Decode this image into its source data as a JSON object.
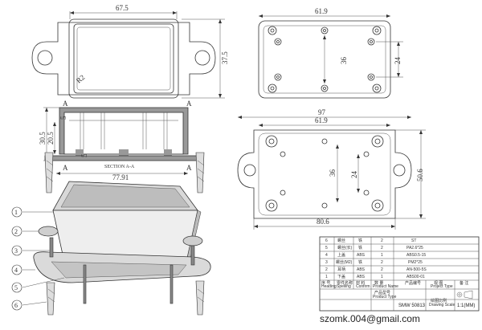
{
  "top_view": {
    "width_dim": "67.5",
    "height_dim": "37.5",
    "radius": "R2"
  },
  "bottom_top_view": {
    "width_dim": "61.9",
    "height_outer": "36",
    "height_inner": "24"
  },
  "section_view": {
    "label": "SECTION A-A",
    "width_dim": "77.91",
    "height_total": "30.5",
    "height_body": "20.5",
    "lip_dim": "5",
    "foot_dim": "5",
    "mark_a_top": "A",
    "mark_a_bottom": "A"
  },
  "bottom_view": {
    "overall_width": "97",
    "inner_width": "61.9",
    "base_width": "80.6",
    "height_outer": "50.6",
    "height_mid": "36",
    "height_inner": "24"
  },
  "callouts": [
    "1",
    "2",
    "3",
    "4",
    "5",
    "6"
  ],
  "bom": {
    "rows": [
      {
        "no": "6",
        "name": "螺丝",
        "material": "铁",
        "qty": "2",
        "note": "ST"
      },
      {
        "no": "5",
        "name": "螺丝(长)",
        "material": "铁",
        "qty": "2",
        "note": "PA2.6*25"
      },
      {
        "no": "4",
        "name": "上盖",
        "material": "ABS",
        "qty": "1",
        "note": "ABS0.5-15"
      },
      {
        "no": "3",
        "name": "螺丝(M2)",
        "material": "铁",
        "qty": "2",
        "note": "PM2*25"
      },
      {
        "no": "2",
        "name": "耳柄",
        "material": "ABS",
        "qty": "2",
        "note": "AN-500-5S"
      },
      {
        "no": "1",
        "name": "下盖",
        "material": "ABS",
        "qty": "1",
        "note": "ABS00-01"
      }
    ],
    "headers": [
      {
        "cn": "序 号",
        "en": "Heading"
      },
      {
        "cn": "零件名称",
        "en": "Spelling"
      },
      {
        "cn": "材 料",
        "en": "Confirm"
      },
      {
        "cn": "数 量",
        "en": "Product Name"
      }
    ],
    "header_extra": [
      {
        "cn": "备 注",
        "en": ""
      },
      {
        "cn": "视 图",
        "en": "Project Type"
      },
      {
        "cn": "产品编号",
        "en": ""
      }
    ],
    "product_label": "产品型号",
    "product_label_en": "Product Type",
    "product_code": "SMW 50813",
    "scale_label": "绘图比例",
    "scale_label_en": "Drawing Scale",
    "scale": "1:1(MM)"
  },
  "contact": {
    "email": "szomk.004@gmail.com"
  }
}
